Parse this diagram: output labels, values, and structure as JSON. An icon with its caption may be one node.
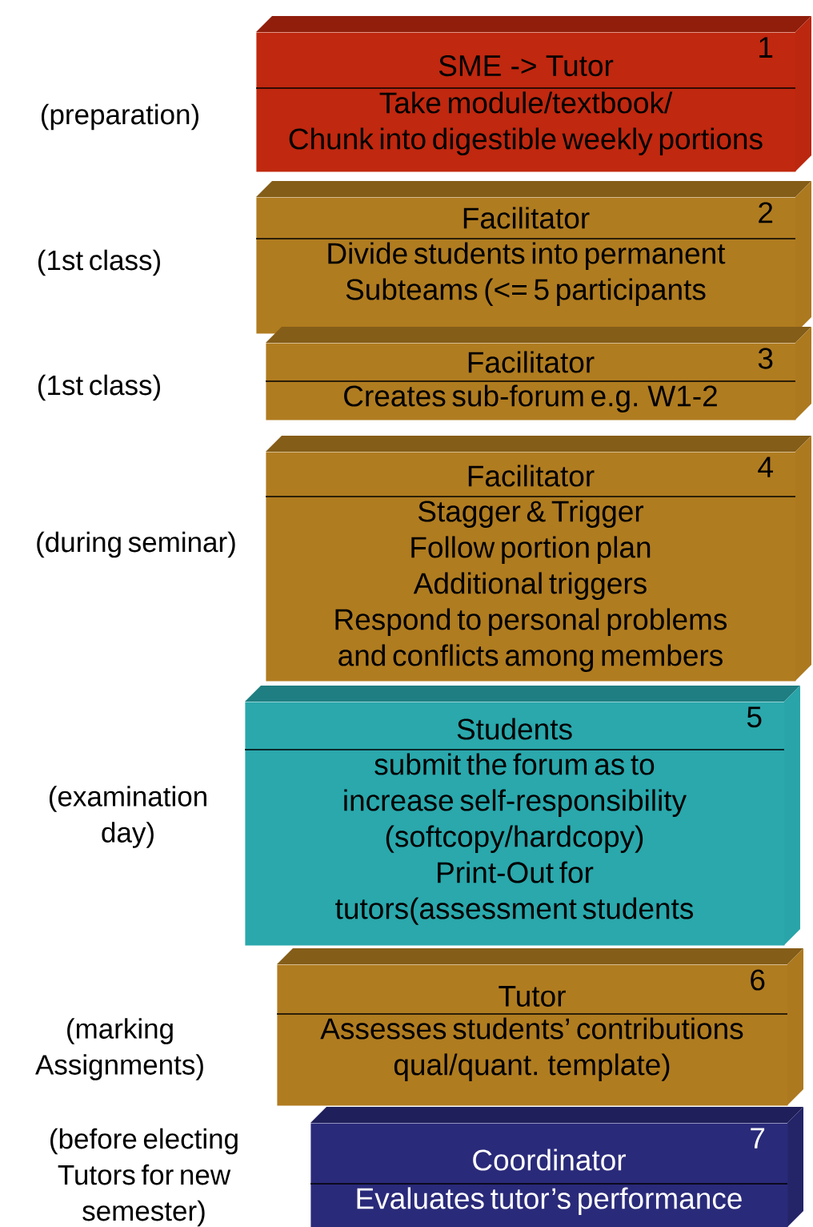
{
  "diagram": {
    "nodes": [
      {
        "text": [
          "SME -> Tutor",
          "Take module/textbook/",
          "Chunk into digestible weekly portions",
          "1"
        ],
        "beside": [
          "(preparation)"
        ]
      },
      {
        "text": [
          "Facilitator",
          "Divide students into permanent Subteams (<= 5 participants",
          "2"
        ],
        "beside": [
          "(1st class)"
        ]
      },
      {
        "text": [
          "Facilitator",
          "Creates sub-forum e.g. W1-2",
          "3"
        ],
        "beside": [
          "(1st class)"
        ]
      },
      {
        "text": [
          "Facilitator",
          "Stagger & Trigger",
          "Follow portion plan",
          "Additional triggers",
          "Respond to personal problems and conflicts among members",
          "4"
        ],
        "beside": [
          "(during seminar)"
        ]
      },
      {
        "text": [
          "Students",
          "submit the forum as to increase self-responsibility (softcopy/hardcopy)",
          "Print-Out for tutors(assessment students",
          "5"
        ],
        "beside": [
          "(examination day)"
        ]
      },
      {
        "text": [
          "Tutor",
          "Assesses students’ contributions qual/quant. template)",
          "6"
        ],
        "beside": [
          "(marking Assignments)"
        ]
      },
      {
        "text": [
          "Coordinator",
          "Evaluates tutor’s performance",
          "7"
        ],
        "beside": [
          "(before electing Tutors for new semester)"
        ]
      }
    ]
  }
}
